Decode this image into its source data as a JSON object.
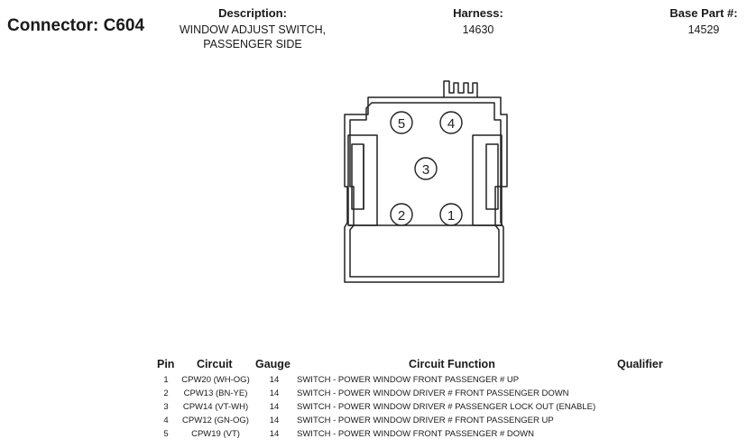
{
  "connector": {
    "title": "Connector: C604"
  },
  "description": {
    "label": "Description:",
    "lines": [
      "WINDOW ADJUST SWITCH,",
      "PASSENGER SIDE"
    ]
  },
  "harness": {
    "label": "Harness:",
    "value": "14630"
  },
  "base_part": {
    "label": "Base Part #:",
    "value": "14529"
  },
  "pins_diagram": [
    "5",
    "4",
    "3",
    "2",
    "1"
  ],
  "table": {
    "headers": {
      "pin": "Pin",
      "circuit": "Circuit",
      "gauge": "Gauge",
      "function": "Circuit Function",
      "qualifier": "Qualifier"
    },
    "rows": [
      {
        "pin": "1",
        "circuit": "CPW20 (WH-OG)",
        "gauge": "14",
        "function": "SWITCH - POWER WINDOW FRONT PASSENGER # UP"
      },
      {
        "pin": "2",
        "circuit": "CPW13 (BN-YE)",
        "gauge": "14",
        "function": "SWITCH - POWER WINDOW DRIVER # FRONT PASSENGER DOWN"
      },
      {
        "pin": "3",
        "circuit": "CPW14 (VT-WH)",
        "gauge": "14",
        "function": "SWITCH - POWER WINDOW DRIVER # PASSENGER LOCK OUT (ENABLE)"
      },
      {
        "pin": "4",
        "circuit": "CPW12 (GN-OG)",
        "gauge": "14",
        "function": "SWITCH - POWER WINDOW DRIVER # FRONT PASSENGER UP"
      },
      {
        "pin": "5",
        "circuit": "CPW19 (VT)",
        "gauge": "14",
        "function": "SWITCH - POWER WINDOW FRONT PASSENGER # DOWN"
      }
    ]
  }
}
